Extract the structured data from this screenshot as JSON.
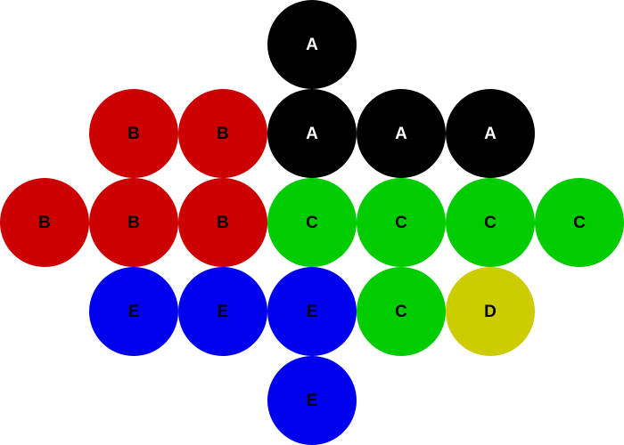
{
  "groups": [
    {
      "id": "A",
      "label": "A",
      "color": "#000000",
      "text_color": "#ffffff"
    },
    {
      "id": "B",
      "label": "B",
      "color": "#cc0000",
      "text_color": "#000000"
    },
    {
      "id": "C",
      "label": "C",
      "color": "#00cc00",
      "text_color": "#000000"
    },
    {
      "id": "D",
      "label": "D",
      "color": "#cccc00",
      "text_color": "#000000"
    },
    {
      "id": "E",
      "label": "E",
      "color": "#0000ee",
      "text_color": "#000000"
    }
  ],
  "grid": [
    [
      null,
      null,
      null,
      "A",
      null,
      null,
      null
    ],
    [
      null,
      "B",
      "B",
      "A",
      "A",
      "A",
      null
    ],
    [
      "B",
      "B",
      "B",
      "C",
      "C",
      "C",
      "C"
    ],
    [
      null,
      "E",
      "E",
      "E",
      "C",
      "D",
      null
    ],
    [
      null,
      null,
      null,
      "E",
      null,
      null,
      null
    ]
  ]
}
